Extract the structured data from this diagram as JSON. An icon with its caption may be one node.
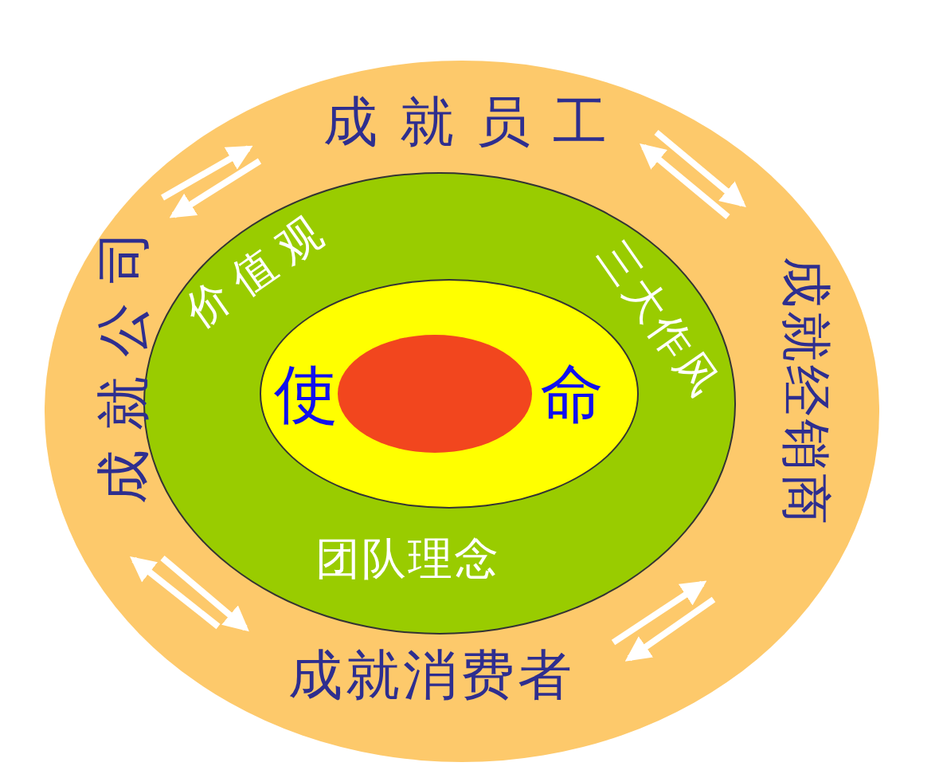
{
  "diagram": {
    "nodes": [
      {
        "text": [],
        "shape": "circle"
      },
      {
        "text": [
          "成就员工"
        ],
        "in": 0
      },
      {
        "text": [
          "成就公司"
        ],
        "in": 0
      },
      {
        "text": [
          "成就经销商"
        ],
        "in": 0
      },
      {
        "text": [
          "成就消费者"
        ],
        "in": 0
      },
      {
        "text": [
          "价值观",
          "三大作风",
          "团队理念"
        ],
        "in": 0
      },
      {
        "text": [
          "使",
          "命"
        ],
        "in": 5
      },
      {
        "text": [],
        "shape": "circle",
        "in": 6
      }
    ],
    "edges": [
      {
        "from": 2,
        "to": 1,
        "arrow": "to"
      },
      {
        "from": 1,
        "to": 2,
        "arrow": "to"
      },
      {
        "from": 1,
        "to": 3,
        "arrow": "to"
      },
      {
        "from": 3,
        "to": 1,
        "arrow": "to"
      },
      {
        "from": 4,
        "to": 2,
        "arrow": "to"
      },
      {
        "from": 2,
        "to": 4,
        "arrow": "to"
      },
      {
        "from": 4,
        "to": 3,
        "arrow": "to"
      },
      {
        "from": 3,
        "to": 4,
        "arrow": "to"
      }
    ]
  }
}
